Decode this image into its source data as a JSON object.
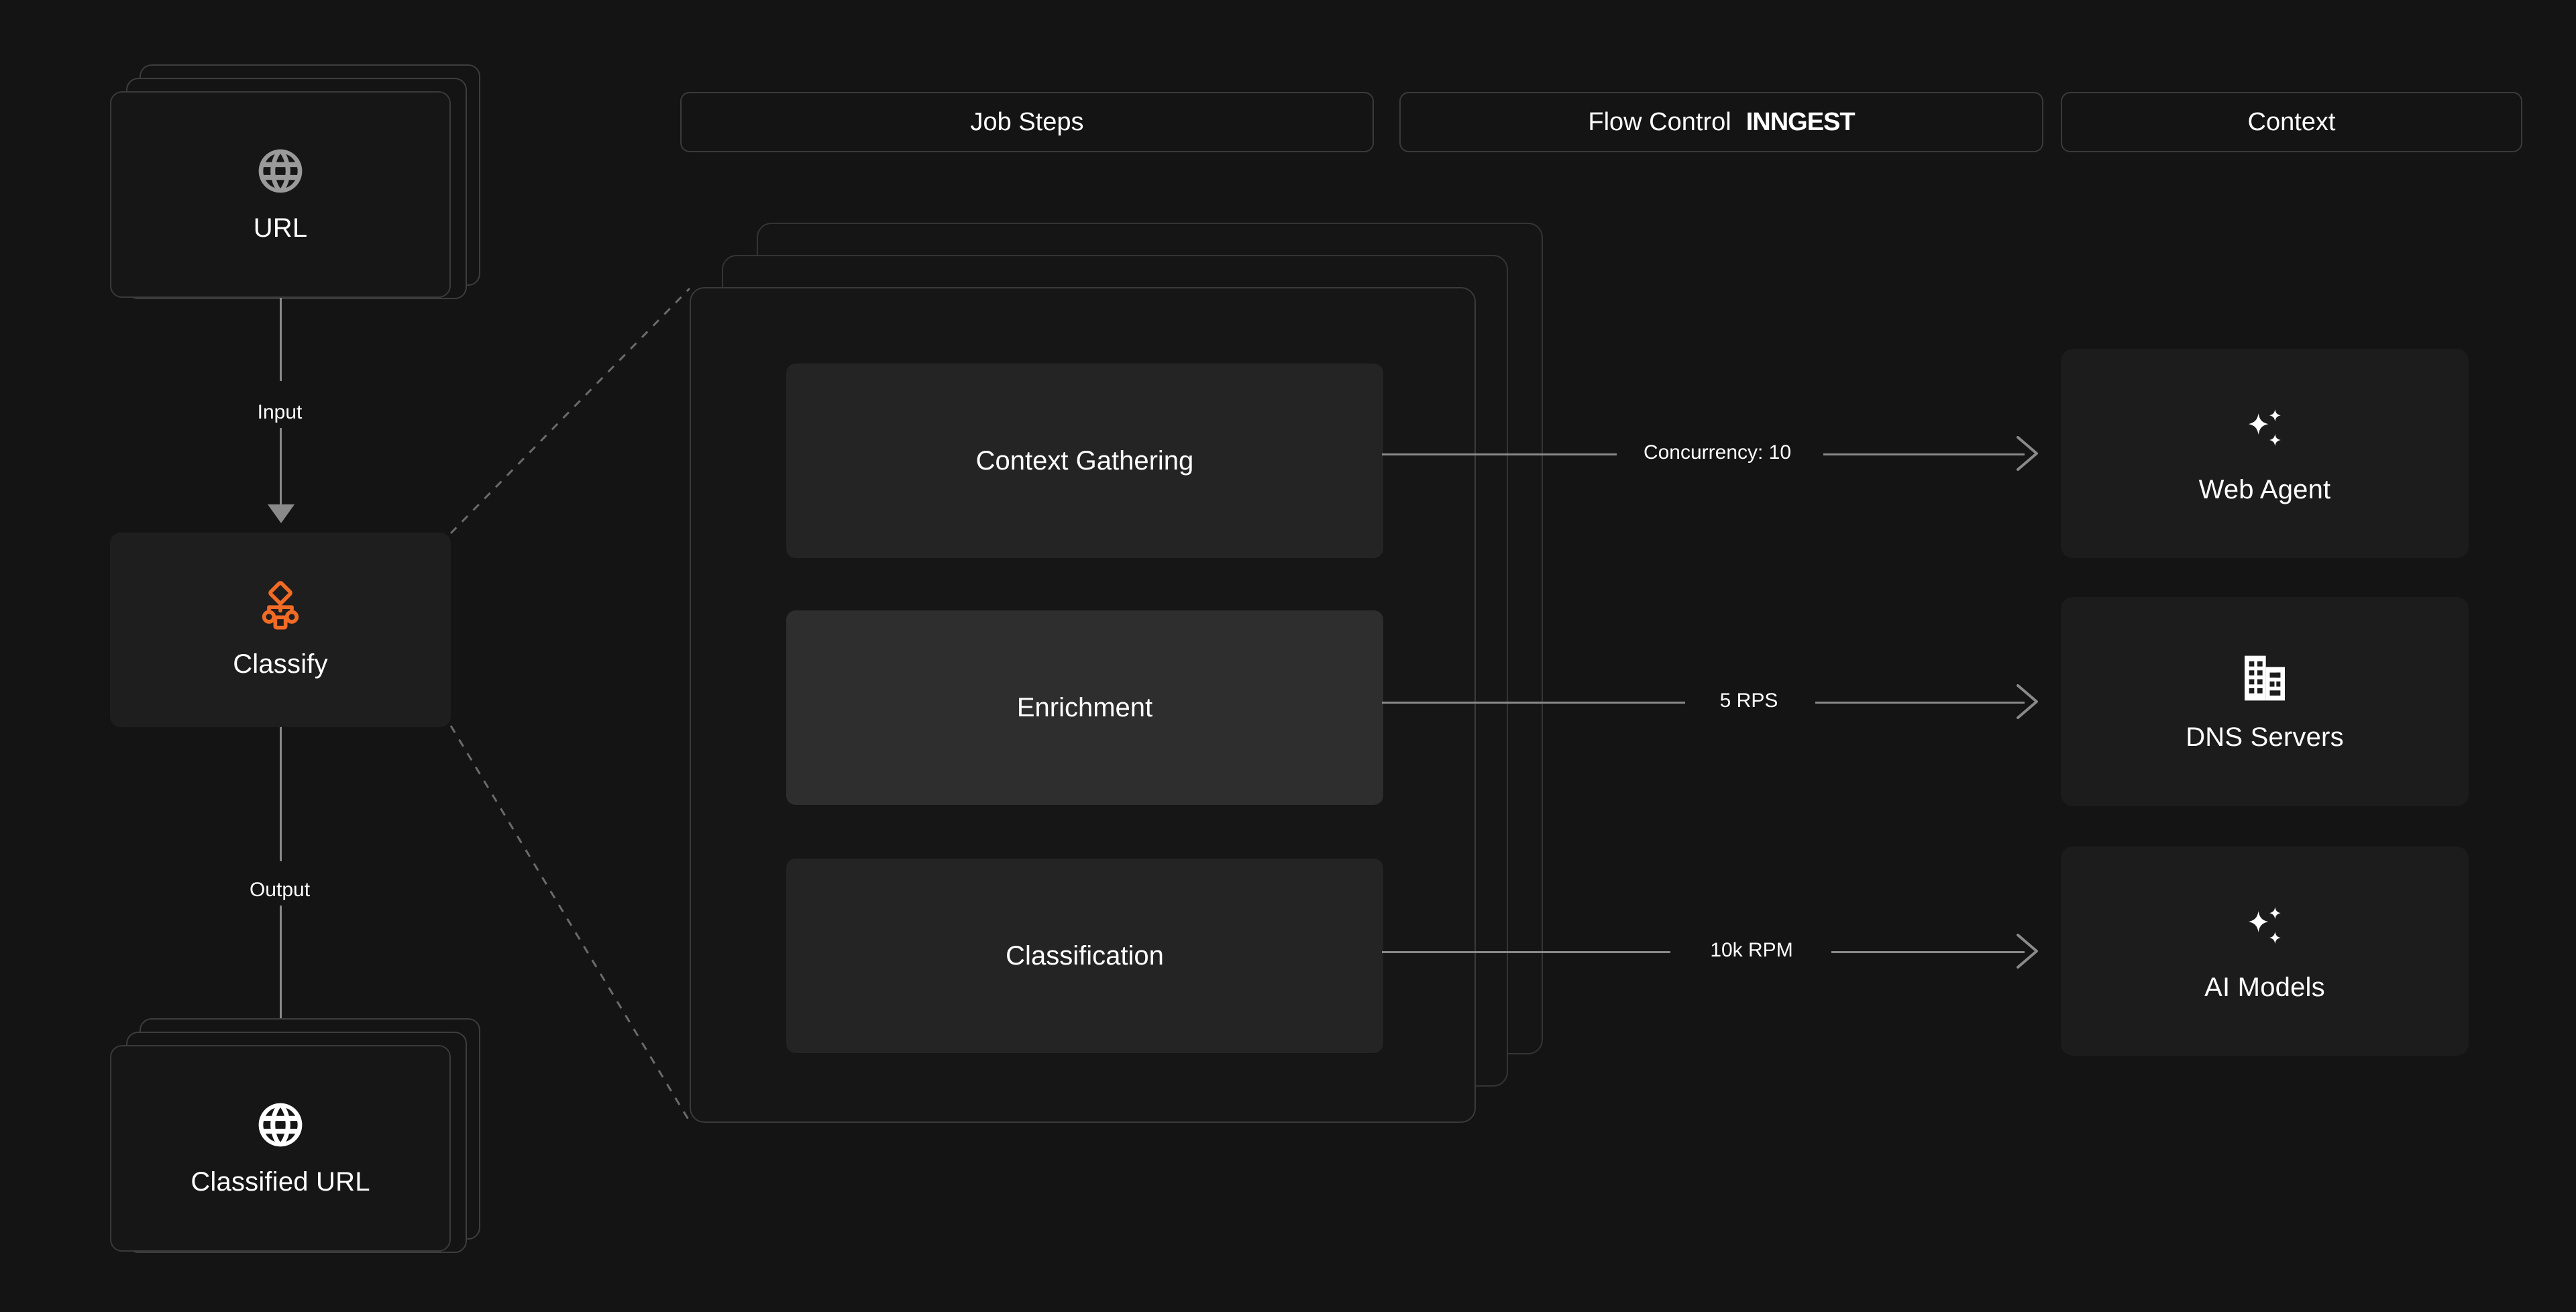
{
  "colors": {
    "background": "#141414",
    "accent": "#F26B25",
    "card": "#1c1c1c",
    "step": "#242424",
    "step_active": "#2e2e2e",
    "line": "#8a8a8a",
    "border": "#3a3a3a",
    "text": "#ffffff"
  },
  "header": {
    "tabs": [
      {
        "label": "Job Steps",
        "brand": ""
      },
      {
        "label": "Flow Control",
        "brand": "INNGEST"
      },
      {
        "label": "Context",
        "brand": ""
      }
    ]
  },
  "flow": {
    "input_node": {
      "label": "URL",
      "icon": "globe-icon",
      "stacked": true
    },
    "input_edge_label": "Input",
    "process_node": {
      "label": "Classify",
      "icon": "workflow-hierarchy-icon"
    },
    "output_edge_label": "Output",
    "output_node": {
      "label": "Classified URL",
      "icon": "globe-icon",
      "stacked": true
    }
  },
  "job_steps": {
    "steps": [
      {
        "label": "Context Gathering",
        "active": false
      },
      {
        "label": "Enrichment",
        "active": true
      },
      {
        "label": "Classification",
        "active": false
      }
    ]
  },
  "connections": [
    {
      "label": "Concurrency: 10",
      "target": "Web Agent"
    },
    {
      "label": "5 RPS",
      "target": "DNS Servers"
    },
    {
      "label": "10k RPM",
      "target": "AI Models"
    }
  ],
  "resources": [
    {
      "label": "Web Agent",
      "icon": "sparkles-icon"
    },
    {
      "label": "DNS Servers",
      "icon": "building-icon"
    },
    {
      "label": "AI Models",
      "icon": "sparkles-icon"
    }
  ]
}
